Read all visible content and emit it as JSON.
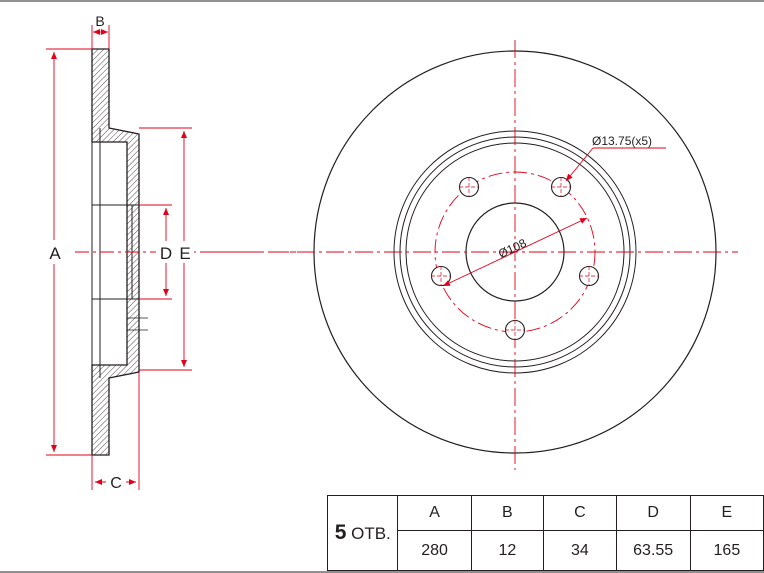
{
  "labels": {
    "a": "A",
    "b": "B",
    "c": "C",
    "d": "D",
    "e": "E",
    "bolt_hole": "Ø13.75(x5)",
    "bolt_circle": "Ø108"
  },
  "table": {
    "holes_count": "5",
    "holes_unit": "ОТВ.",
    "columns": [
      "A",
      "B",
      "C",
      "D",
      "E"
    ],
    "values": [
      "280",
      "12",
      "34",
      "63.55",
      "165"
    ]
  },
  "colors": {
    "outline": "#231f20",
    "dimension": "#e2001a"
  }
}
